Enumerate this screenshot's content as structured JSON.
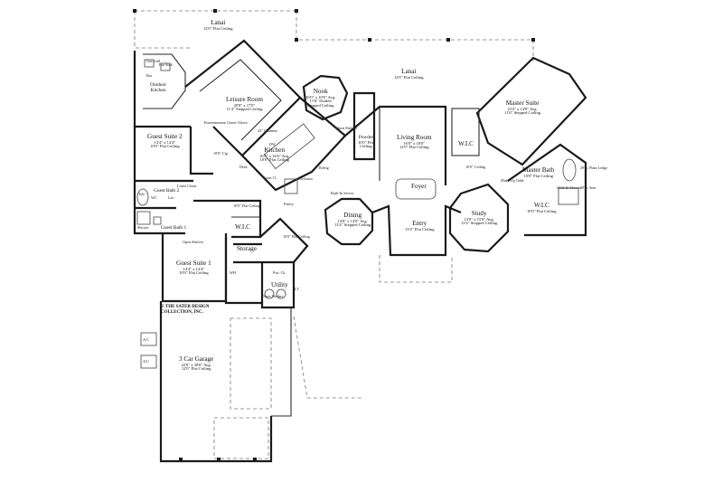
{
  "rooms": {
    "lanai_top": {
      "name": "Lanai",
      "dims": "12'0\" Flat Ceiling"
    },
    "lanai_right": {
      "name": "Lanai",
      "dims": "12'0\" Flat Ceiling"
    },
    "leisure": {
      "name": "Leisure Room",
      "dims": [
        "20'8\" x 17'0\"",
        "11'4\" Stepped Ceiling"
      ]
    },
    "nook": {
      "name": "Nook",
      "dims": [
        "10'0\" x 10'6\" Avg.",
        "11'6\" Double",
        "Stepped Ceiling"
      ]
    },
    "kitchen": {
      "name": "Kitchen",
      "dims": [
        "16'8\" x 16'6\" Avg.",
        "10'0\" Flat Ceiling"
      ]
    },
    "outdoor_kitchen": {
      "name": "Outdoor Kitchen"
    },
    "guest2": {
      "name": "Guest Suite 2",
      "dims": [
        "13'4\" x 14'4\"",
        "10'0\" Flat Ceiling"
      ]
    },
    "guest_bath2": {
      "name": "Guest Bath 2"
    },
    "guest_bath1": {
      "name": "Guest Bath 1"
    },
    "guest1": {
      "name": "Guest Suite 1",
      "dims": [
        "14'4\" x 14'4\"",
        "10'0\" Flat Ceiling"
      ]
    },
    "storage": {
      "name": "Storage"
    },
    "utility": {
      "name": "Utility"
    },
    "garage": {
      "name": "3 Car Garage",
      "dims": [
        "22'0\" x 30'6\" Avg.",
        "12'0\" Flat Ceiling"
      ]
    },
    "living": {
      "name": "Living Room",
      "dims": [
        "16'0\" x 18'0\"",
        "12'0\" Flat Ceiling"
      ]
    },
    "powder": {
      "name": "Powder",
      "dims": [
        "10'0\" Flat",
        "Ceiling"
      ]
    },
    "foyer": {
      "name": "Foyer"
    },
    "dining": {
      "name": "Dining",
      "dims": [
        "14'0\" x 14'0\" Avg.",
        "13'4\" Stepped Ceiling"
      ]
    },
    "entry": {
      "name": "Entry",
      "dims": [
        "13'4\" Flat Ceiling"
      ]
    },
    "study": {
      "name": "Study",
      "dims": [
        "14'0\" x 15'0\" Avg.",
        "13'4\" Stepped Ceiling"
      ]
    },
    "master": {
      "name": "Master Suite",
      "dims": [
        "23'4\" x 14'8\" Avg.",
        "11'6\" Stepped Ceiling"
      ]
    },
    "master_bath": {
      "name": "Master Bath",
      "dims": [
        "10'0\" Flat Ceiling"
      ]
    },
    "wic_master1": {
      "name": "W.I.C"
    },
    "wic_master2": {
      "name": "W.I.C",
      "dims": [
        "10'0\" Flat Ceiling"
      ]
    },
    "wic_guest": {
      "name": "W.I.C"
    }
  },
  "notes": {
    "gas_grill": "Gas Grill",
    "bar_sink": "Bar Sink",
    "bar": "Bar",
    "ent_center": "Entertainment Center Above",
    "ceiling_42": "42\" Counters",
    "open_shelves_k": "Open Shelves",
    "refrig": "Refrig",
    "dw": "DW",
    "desk": "Desk",
    "pantry": "Pantry",
    "coats_cl": "Coats Cl.",
    "cockatoo": "Cockatoo",
    "built_in_server": "Built-In Server",
    "hall_clg": "10'0\" Clg",
    "ceiling_10_flat": "10'0\" Flat Ceiling",
    "ceiling_8_flat": "10'0\" Flat Ceiling",
    "linen": "Linen Closet",
    "open_shelves": "Open Shelves",
    "shower": "Shower",
    "tub": "Tub",
    "wc": "WC",
    "lav": "Lav",
    "dryer_washer": "Dryer Washer",
    "wh": "WH",
    "pwr_ck": "Pwr. Ck",
    "lt": "LT",
    "ac1": "A/C",
    "ac2": "A/C",
    "ceiling_10_study": "10'0\" Ceiling",
    "ceiling_10_bath": "10'0\" Ceiling",
    "make_up_table": "Make Up Table",
    "walk_in_shower": "Walk In Shower",
    "plant_ledge": "29\"h. Plant Ledge",
    "seat": "29\"h. Seat",
    "ceiling_10_dash": "10'0\" Clg."
  },
  "copyright": [
    "© THE SATER DESIGN",
    "COLLECTION, INC."
  ]
}
